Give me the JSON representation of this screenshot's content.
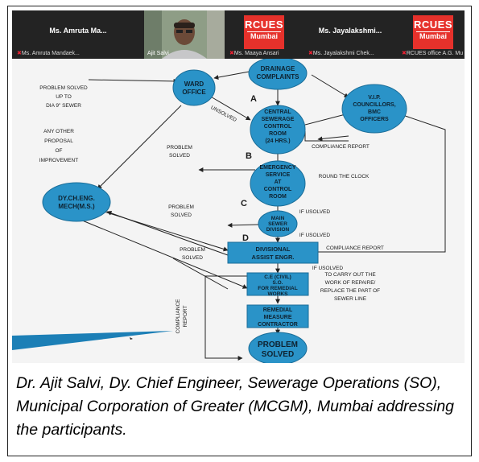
{
  "participants": [
    {
      "name": "Ms. Amruta Ma...",
      "sub": "Ms. Amruta Mandaek..."
    },
    {
      "name": "",
      "sub": "Ajit Salvi"
    },
    {
      "name": "",
      "sub": "Ms. Maaya Ansari"
    },
    {
      "name": "Ms. Jayalakshmi...",
      "sub": "Ms. Jayalakshmi Chek..."
    },
    {
      "name": "",
      "sub": "RCUES office A.G. Mu..."
    }
  ],
  "logo": {
    "line1": "RCUES",
    "line2": "Mumbai"
  },
  "flowchart": {
    "drainage": [
      "DRAINAGE",
      "COMPLAINTS"
    ],
    "ward": [
      "WARD",
      "OFFICE"
    ],
    "councillors": [
      "V.I.P.",
      "COUNCILLORS,",
      "BMC",
      "OFFICERS"
    ],
    "control_room": [
      "CENTRAL",
      "SEWERAGE",
      "CONTROL",
      "ROOM",
      "(24 HRS.)"
    ],
    "emergency": [
      "EMERGENCY",
      "SERVICE",
      "AT",
      "CONTROL",
      "ROOM"
    ],
    "dych": [
      "DY.CH.ENG.",
      "MECH(M.S.)"
    ],
    "main_sewer": [
      "MAIN",
      "SEWER",
      "DIVISION"
    ],
    "divisional": [
      "DIVISIONAL",
      "ASSIST ENGR."
    ],
    "so": [
      "C.E (CIVIL)",
      "S.O.",
      "FOR REMEDIAL",
      "WORKS"
    ],
    "contractor": [
      "REMEDIAL",
      "MEASURE",
      "CONTRACTOR"
    ],
    "problem_solved_oval": [
      "PROBLEM",
      "SOLVED"
    ],
    "problem_solved_top": [
      "PROBLEM SOLVED",
      "UP TO",
      "DIA 9\" SEWER"
    ],
    "other_proposal": [
      "ANY OTHER",
      "PROPOSAL",
      "OF",
      "IMPROVEMENT"
    ],
    "problem_solved_b": [
      "PROBLEM",
      "SOLVED"
    ],
    "problem_solved_c": [
      "PROBLEM",
      "SOLVED"
    ],
    "problem_solved_d": [
      "PROBLEM",
      "SOLVED"
    ],
    "unsolved": "UNSOLVED",
    "compliance_top": "COMPLIANCE REPORT",
    "compliance_mid": "COMPLIANCE REPORT",
    "compliance_vertical": [
      "COMPLIANCE",
      "REPORT"
    ],
    "round_clock": "ROUND THE CLOCK",
    "if_unsolved_1": "IF USOLVED",
    "if_unsolved_2": "IF USOLVED",
    "if_unsolved_3": "IF USOLVED",
    "carry_out": [
      "TO CARRY OUT THE",
      "WORK OF REPAIRE/",
      "REPLACE THE PART OF",
      "SEWER LINE"
    ],
    "letter_a": "A",
    "letter_b": "B",
    "letter_c": "C",
    "letter_d": "D"
  },
  "caption": "Dr. Ajit Salvi, Dy. Chief Engineer, Sewerage Operations (SO), Municipal Corporation of Greater (MCGM), Mumbai addressing the participants.",
  "colors": {
    "shape_fill": "#2a93c8",
    "accent": "#e6312b"
  }
}
